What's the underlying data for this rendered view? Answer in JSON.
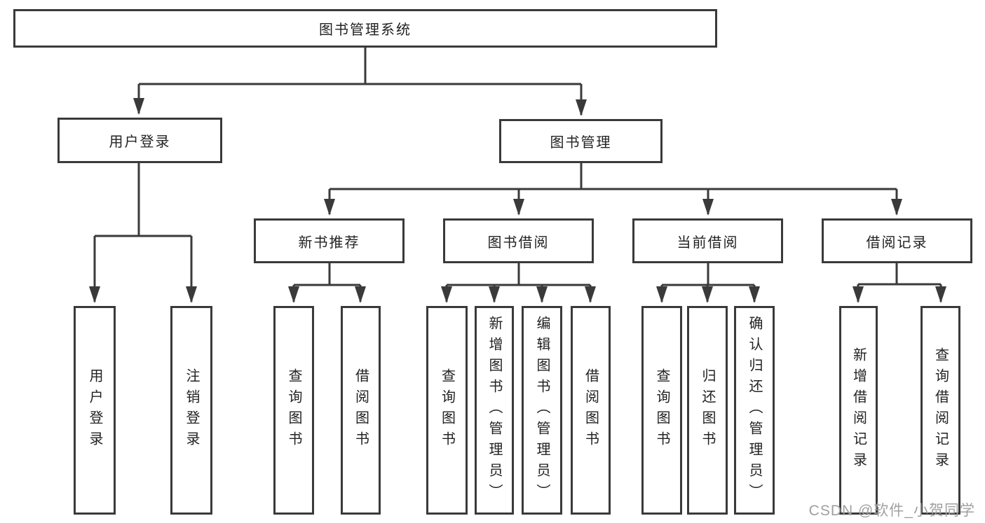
{
  "tree": {
    "root": "图书管理系统",
    "login_branch": {
      "label": "用户登录",
      "children": [
        "用户登录",
        "注销登录"
      ]
    },
    "mgmt_branch": {
      "label": "图书管理",
      "groups": [
        {
          "label": "新书推荐",
          "children": [
            "查询图书",
            "借阅图书"
          ]
        },
        {
          "label": "图书借阅",
          "children": [
            "查询图书",
            "新增图书（管理员）",
            "编辑图书（管理员）",
            "借阅图书"
          ]
        },
        {
          "label": "当前借阅",
          "children": [
            "查询图书",
            "归还图书",
            "确认归还（管理员）"
          ]
        },
        {
          "label": "借阅记录",
          "children": [
            "新增借阅记录",
            "查询借阅记录"
          ]
        }
      ]
    }
  },
  "watermark": "CSDN @软件_小贺同学",
  "colors": {
    "line": "#3a3a3a",
    "text": "#222222",
    "background": "#ffffff",
    "watermark": "#a0a0a0"
  }
}
